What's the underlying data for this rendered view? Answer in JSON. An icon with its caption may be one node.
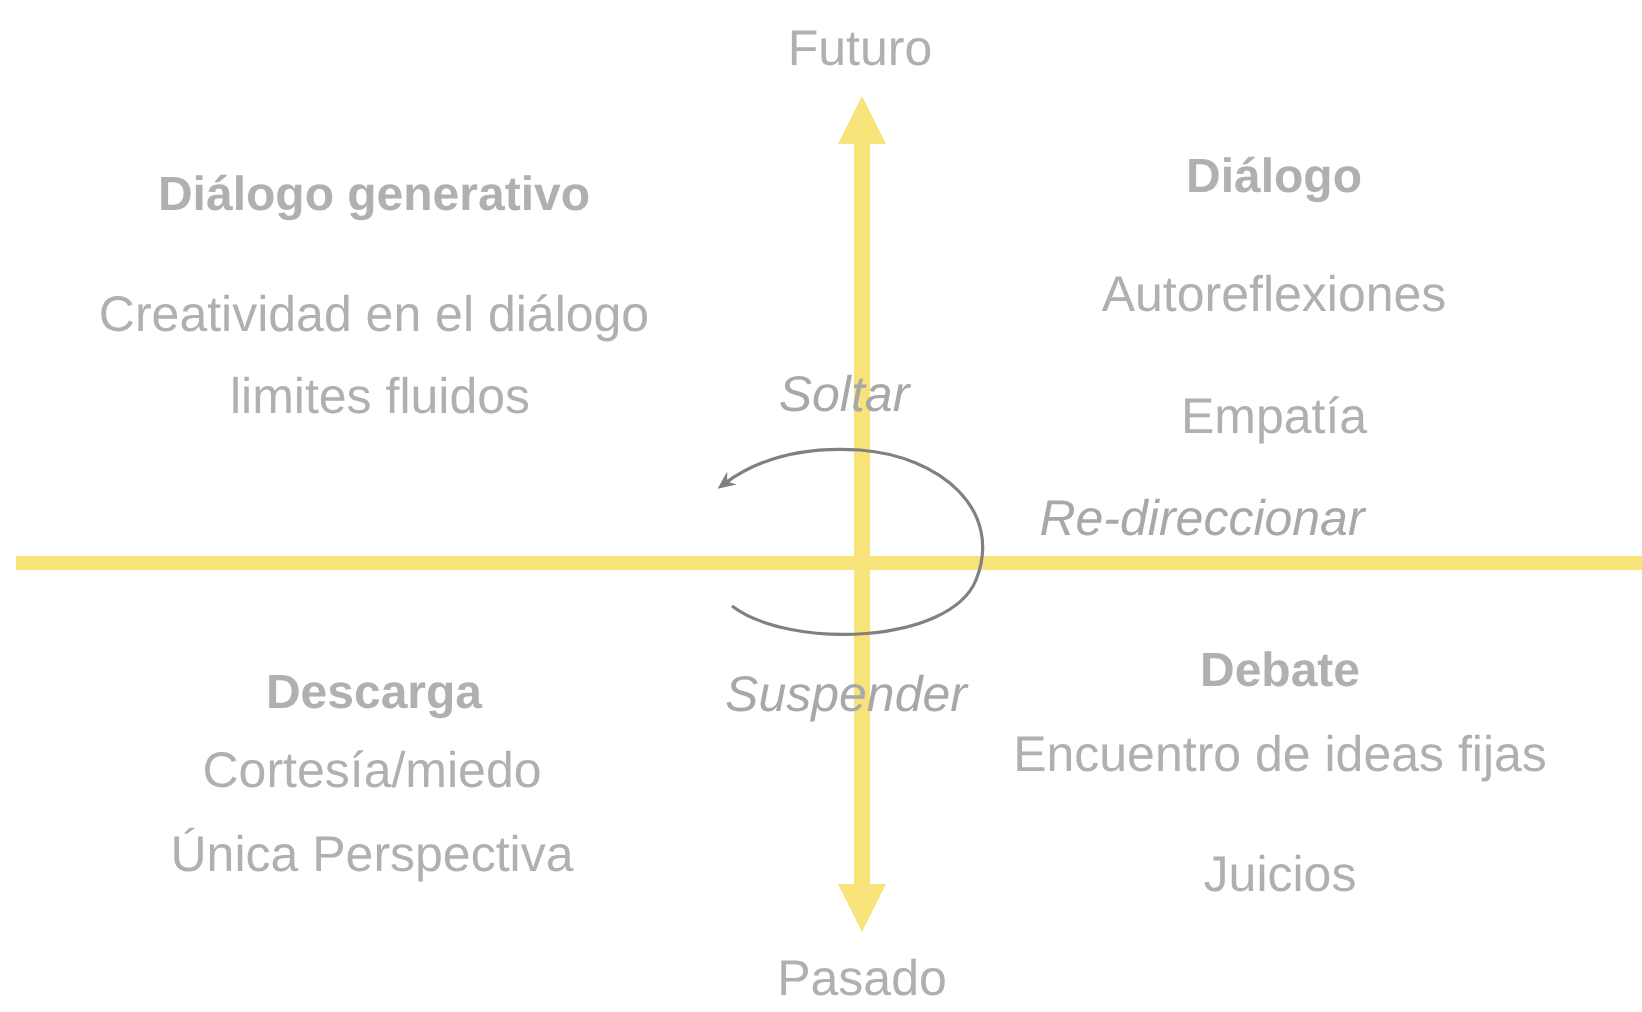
{
  "diagram": {
    "labels": [
      "Futuro",
      "Diálogo generativo",
      "Diálogo",
      "Creatividad en el diálogo",
      "Autoreflexiones",
      "limites fluidos",
      "Soltar",
      "Empatía",
      "Re-direccionar",
      "Descarga",
      "Debate",
      "Suspender",
      "Cortesía/miedo",
      "Encuentro de ideas fijas",
      "Única Perspectiva",
      "Juicios",
      "Pasado"
    ]
  }
}
